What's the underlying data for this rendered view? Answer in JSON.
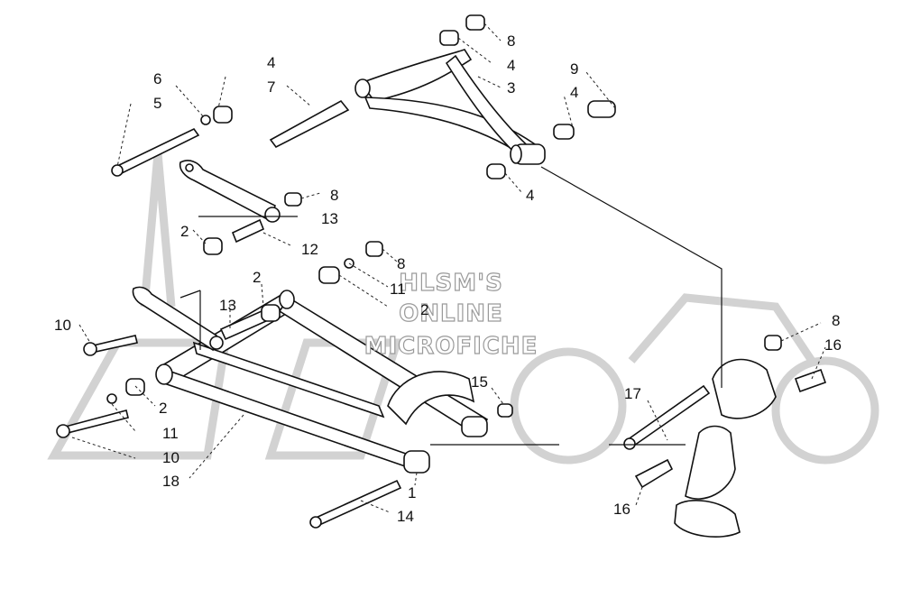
{
  "diagram": {
    "watermark": {
      "line1": "HLSM'S",
      "line2": "ONLINE",
      "line3": "MICROFICHE"
    },
    "callouts": {
      "c8a": "8",
      "c4a": "4",
      "c3": "3",
      "c9": "9",
      "c4b": "4",
      "c4c": "4",
      "c6": "6",
      "c5": "5",
      "c4d": "4",
      "c7": "7",
      "c8b": "8",
      "c13a": "13",
      "c2a": "2",
      "c12": "12",
      "c8c": "8",
      "c11a": "11",
      "c2b": "2",
      "c2c": "2",
      "c13b": "13",
      "c10a": "10",
      "c2d": "2",
      "c11b": "11",
      "c10b": "10",
      "c18": "18",
      "c15": "15",
      "c1": "1",
      "c14": "14",
      "c8d": "8",
      "c16a": "16",
      "c17": "17",
      "c16b": "16"
    }
  }
}
